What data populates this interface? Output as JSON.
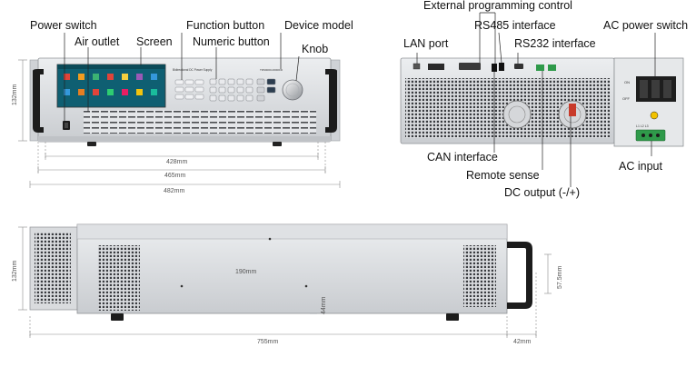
{
  "callouts": {
    "power_switch": "Power switch",
    "air_outlet": "Air outlet",
    "screen": "Screen",
    "function_button": "Function button",
    "numeric_button": "Numeric button",
    "device_model": "Device model",
    "knob": "Knob",
    "external_programming_control": "External programming control",
    "rs485_interface": "RS485 interface",
    "lan_port": "LAN port",
    "rs232_interface": "RS232 interface",
    "ac_power_switch": "AC power switch",
    "can_interface": "CAN interface",
    "remote_sense": "Remote sense",
    "dc_output": "DC output (-/+)",
    "ac_input": "AC input"
  },
  "dimensions": {
    "front_height": "132mm",
    "front_inner_width": "428mm",
    "front_body_width": "465mm",
    "front_total_width": "482mm",
    "side_height": "132mm",
    "side_vent_spacing": "190mm",
    "side_vent_height": "44mm",
    "handle_height": "57.5mm",
    "side_depth": "755mm",
    "handle_depth": "42mm"
  },
  "device": {
    "front_banner": "Bidirectional DC Power Supply",
    "model_plate": "TRS9000-00000/D"
  },
  "rear_panel": {
    "on_label": "ON",
    "off_label": "OFF",
    "phase_labels": "L1 L2 L3"
  },
  "colors": {
    "panel_silver": "#d7d9dc",
    "handle_black": "#1c1c1c",
    "screen_teal": "#0f5f72"
  }
}
